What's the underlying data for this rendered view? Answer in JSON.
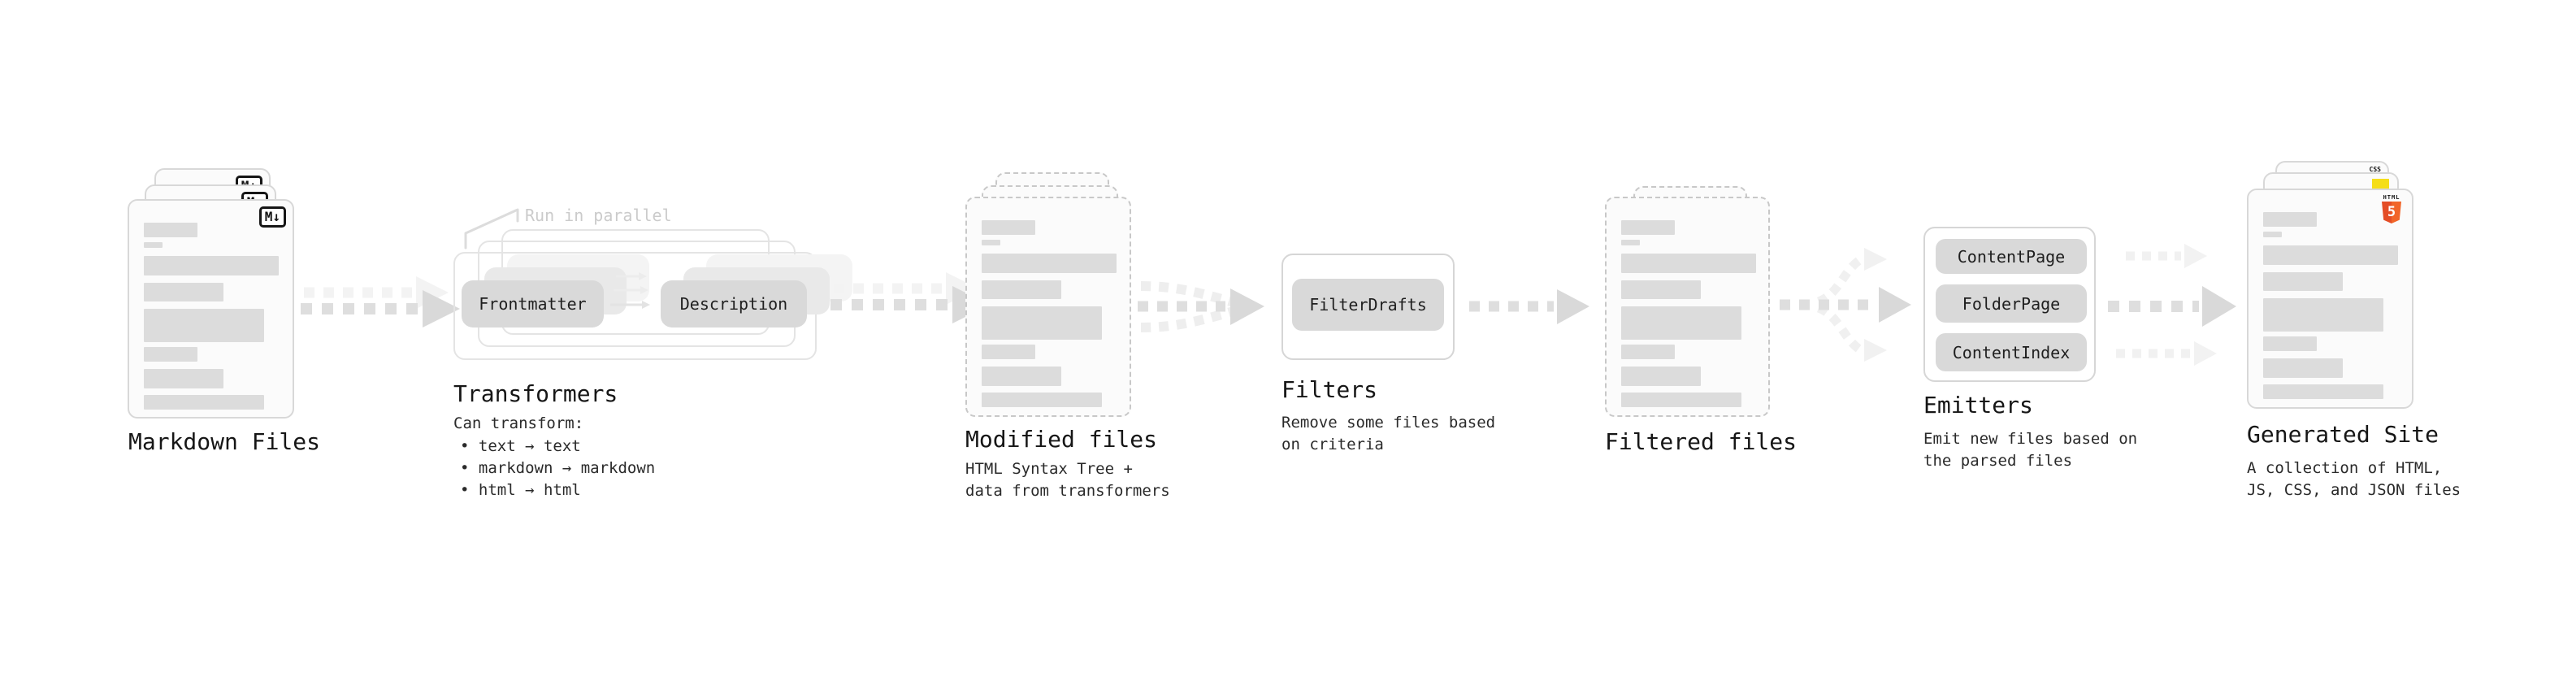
{
  "stages": {
    "markdown": {
      "title": "Markdown Files",
      "badge": "M↓"
    },
    "transformers": {
      "title": "Transformers",
      "annotation": "Run in parallel",
      "left_pill": "Frontmatter",
      "right_pill": "Description",
      "desc_heading": "Can transform:",
      "bullets": [
        "• text → text",
        "• markdown → markdown",
        "• html → html"
      ]
    },
    "modified": {
      "title": "Modified files",
      "desc1": "HTML Syntax Tree +",
      "desc2": "data from transformers"
    },
    "filters": {
      "title": "Filters",
      "pill": "FilterDrafts",
      "desc1": "Remove some files based",
      "desc2": "on criteria"
    },
    "filtered": {
      "title": "Filtered files"
    },
    "emitters": {
      "title": "Emitters",
      "pills": [
        "ContentPage",
        "FolderPage",
        "ContentIndex"
      ],
      "desc1": "Emit new files based on",
      "desc2": "the parsed files"
    },
    "generated": {
      "title": "Generated Site",
      "desc1": "A collection of HTML,",
      "desc2": "JS, CSS, and JSON files",
      "css_badge": "CSS",
      "html_badge_word": "HTML",
      "html_badge_number": "5"
    }
  },
  "colors": {
    "html5_orange": "#e44d26",
    "js_yellow": "#f5de19",
    "css_blue": "#2f6be8",
    "pill_gray": "#d9d9d9",
    "arrow_gray": "#dedede",
    "arrow_faint": "#f1f1f1",
    "text_dark": "#1c1c1c",
    "annotation_gray": "#cbcbcb"
  }
}
